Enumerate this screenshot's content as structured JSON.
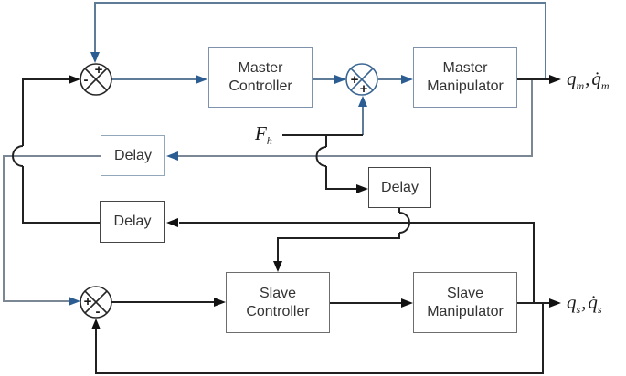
{
  "diagram": {
    "blocks": {
      "master_controller": {
        "label": "Master Controller"
      },
      "master_manipulator": {
        "label": "Master Manipulator"
      },
      "delay_master_feedback": {
        "label": "Delay"
      },
      "delay_force_feedforward": {
        "label": "Delay"
      },
      "delay_slave_feedback": {
        "label": "Delay"
      },
      "slave_controller": {
        "label": "Slave Controller"
      },
      "slave_manipulator": {
        "label": "Slave Manipulator"
      }
    },
    "junctions": {
      "master_summing": {
        "top_sign": "+",
        "left_sign": "-"
      },
      "master_force_summing": {
        "left_sign": "+",
        "bottom_sign": "+"
      },
      "slave_summing": {
        "left_sign": "+",
        "bottom_sign": "-"
      }
    },
    "labels": {
      "force_input": {
        "base": "F",
        "sub": "h"
      },
      "master_output": {
        "base1": "q",
        "sub1": "m",
        "comma": ",",
        "base2": "q̇",
        "sub2": "m"
      },
      "slave_output": {
        "base1": "q",
        "sub1": "s",
        "comma": ",",
        "base2": "q̇",
        "sub2": "s"
      }
    },
    "colors": {
      "blue_line": "#5e7b97",
      "blue_arrow": "#2b5d92",
      "gray_line": "#7b8795",
      "black_line": "#212121",
      "black_arrow": "#111111",
      "master_block_border": "#7e93ab",
      "delay_top_border": "#93a7bb",
      "dark_block_border": "#454545",
      "slave_block_border": "#6d6d6d",
      "label_text": "#333333"
    }
  }
}
